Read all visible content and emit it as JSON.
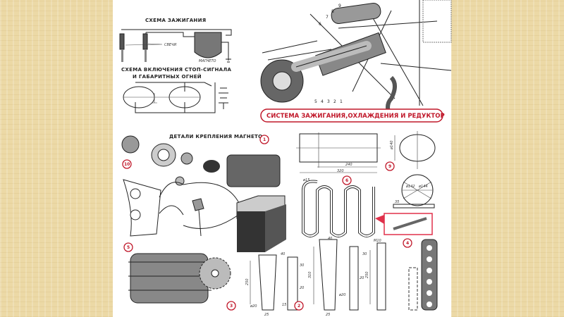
{
  "ignition_scheme": {
    "title": "СХЕМА ЗАЖИГАНИЯ",
    "spark_plugs": "СВЕЧИ",
    "magneto": "МАГНЕТО"
  },
  "light_scheme": {
    "title_line1": "СХЕМА ВКЛЮЧЕНИЯ СТОП-СИГНАЛА",
    "title_line2": "И ГАБАРИТНЫХ ОГНЕЙ"
  },
  "main_title": "СИСТЕМА ЗАЖИГАНИЯ,ОХЛАЖДЕНИЯ И РЕДУКТОР",
  "magneto_mount": {
    "title": "ДЕТАЛИ КРЕПЛЕНИЯ МАГНЕТО"
  },
  "callouts_top": [
    "9",
    "8",
    "7",
    "6"
  ],
  "callouts_bottom": [
    "5",
    "4",
    "3",
    "2",
    "1"
  ],
  "part_numbers": [
    "1",
    "10",
    "9",
    "6",
    "5",
    "4",
    "3",
    "2"
  ],
  "dimensions": {
    "tank_inner": "240",
    "tank_outer": "320",
    "tank_dia": "ø140",
    "ring_d1": "ø142",
    "ring_d2": "ø144",
    "strip": "35",
    "pipe": "ø15",
    "width_a": "40",
    "width_b": "40",
    "len_a": "250",
    "len_b": "310",
    "len_c": "250",
    "base_a": "25",
    "base_b": "25",
    "w20a": "20",
    "w20b": "20",
    "h30a": "30",
    "h30b": "30",
    "h15": "15",
    "thread": "М10",
    "hole_a": "ø20",
    "hole_b": "ø20"
  },
  "colors": {
    "accent": "#c0182a",
    "background": "#ecd9a6"
  }
}
